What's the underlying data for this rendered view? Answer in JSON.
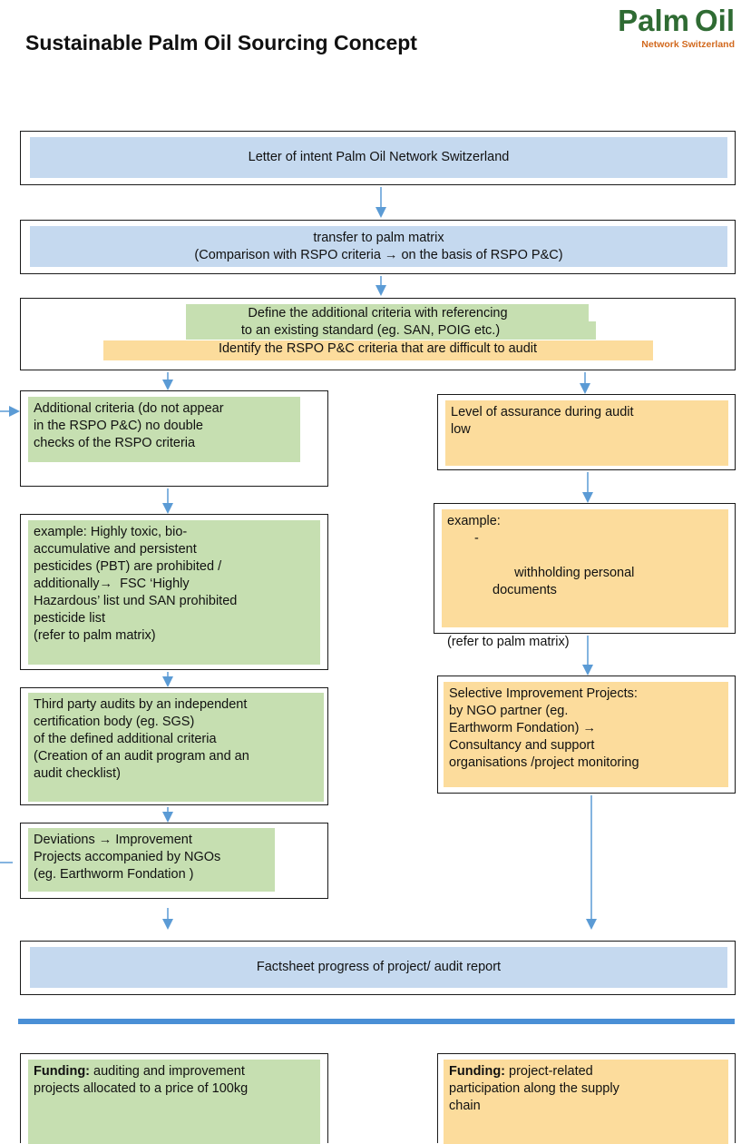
{
  "header": {
    "title": "Sustainable Palm Oil Sourcing Concept",
    "logo_word1": "Palm",
    "logo_word2": "Oil",
    "logo_sub": "Network Switzerland"
  },
  "steps": {
    "letter_of_intent": "Letter of intent Palm Oil Network Switzerland",
    "transfer_line1": "transfer to palm matrix",
    "transfer_line2": "(Comparison with RSPO criteria → on the basis of RSPO P&C)",
    "define_line1": "Define the additional criteria with referencing",
    "define_line2": "to an existing standard (eg. SAN, POIG etc.)",
    "identify_line": "Identify the RSPO P&C criteria that are difficult to audit",
    "factsheet": "Factsheet progress of project/ audit report"
  },
  "left_column": {
    "additional_criteria": "Additional criteria (do not appear\nin the RSPO P&C) no double\nchecks of the RSPO criteria",
    "example": "example: Highly toxic, bio-\naccumulative and persistent\npesticides (PBT) are prohibited /\nadditionally→  FSC ‘Highly\nHazardous’ list und SAN prohibited\npesticide list\n(refer to palm matrix)",
    "third_party": "Third party audits by an independent\ncertification body (eg. SGS)\nof the defined additional criteria\n(Creation of an audit program and an\naudit checklist)",
    "deviations": "Deviations → Improvement\nProjects accompanied by NGOs\n(eg. Earthworm Fondation )"
  },
  "right_column": {
    "assurance": "Level of assurance during audit\nlow",
    "example_label": "example:",
    "example_dash": "-",
    "example_item": "withholding personal\ndocuments",
    "example_ref": "(refer to palm matrix)",
    "selective": "Selective Improvement Projects:\nby NGO partner (eg.\nEarthworm Fondation) →\nConsultancy and support\norganisations /project monitoring"
  },
  "funding": {
    "left_label": "Funding:",
    "left_text": " auditing and improvement\nprojects allocated to a price of 100kg",
    "right_label": "Funding:",
    "right_text": " project-related\nparticipation along the supply\nchain"
  },
  "colors": {
    "blue_band": "#c5d9ef",
    "green_highlight": "#c6dfb1",
    "orange_highlight": "#fcdc9c",
    "arrow": "#5b9bd5",
    "separator": "#4a8fd6",
    "logo_green": "#2f6b33",
    "logo_orange": "#d2691e"
  }
}
